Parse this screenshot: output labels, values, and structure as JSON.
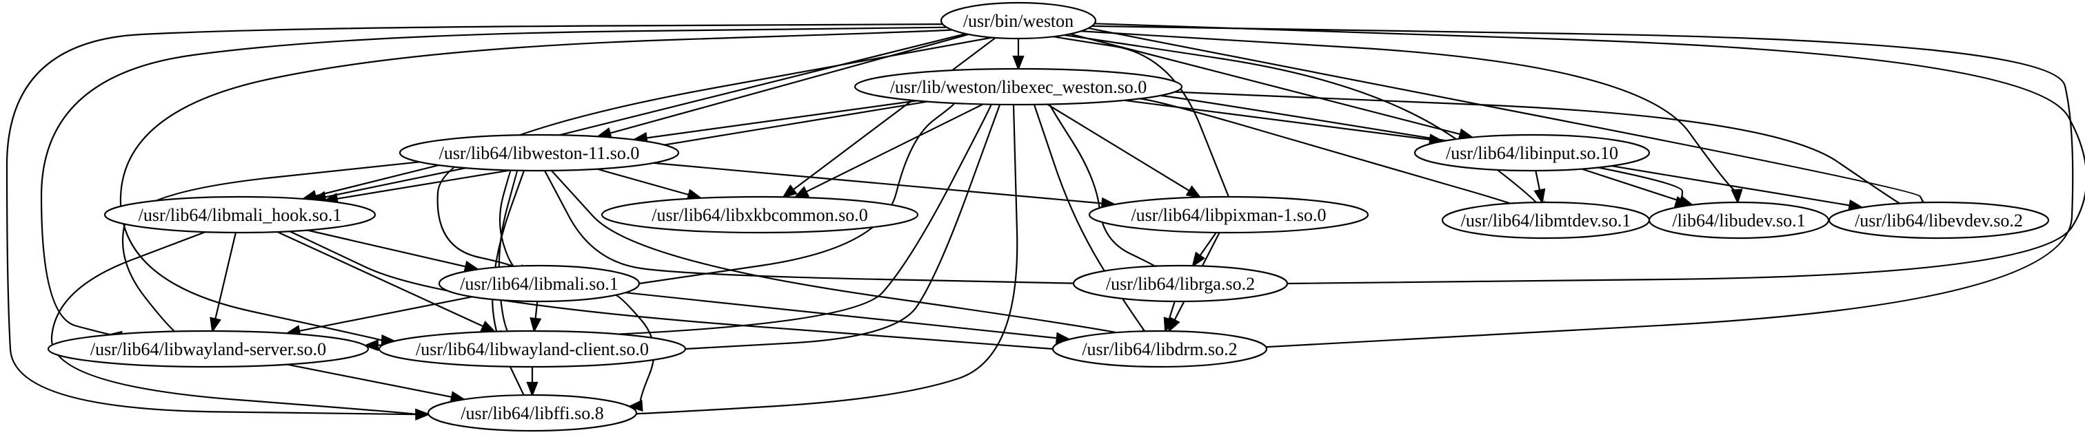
{
  "graph": {
    "nodes": [
      {
        "id": "weston",
        "label": "/usr/bin/weston"
      },
      {
        "id": "libexec",
        "label": "/usr/lib/weston/libexec_weston.so.0"
      },
      {
        "id": "libweston",
        "label": "/usr/lib64/libweston-11.so.0"
      },
      {
        "id": "libinput",
        "label": "/usr/lib64/libinput.so.10"
      },
      {
        "id": "malihook",
        "label": "/usr/lib64/libmali_hook.so.1"
      },
      {
        "id": "xkb",
        "label": "/usr/lib64/libxkbcommon.so.0"
      },
      {
        "id": "pixman",
        "label": "/usr/lib64/libpixman-1.so.0"
      },
      {
        "id": "mtdev",
        "label": "/usr/lib64/libmtdev.so.1"
      },
      {
        "id": "udev",
        "label": "/lib64/libudev.so.1"
      },
      {
        "id": "evdev",
        "label": "/usr/lib64/libevdev.so.2"
      },
      {
        "id": "mali",
        "label": "/usr/lib64/libmali.so.1"
      },
      {
        "id": "rga",
        "label": "/usr/lib64/librga.so.2"
      },
      {
        "id": "wlserver",
        "label": "/usr/lib64/libwayland-server.so.0"
      },
      {
        "id": "wlclient",
        "label": "/usr/lib64/libwayland-client.so.0"
      },
      {
        "id": "drm",
        "label": "/usr/lib64/libdrm.so.2"
      },
      {
        "id": "ffi",
        "label": "/usr/lib64/libffi.so.8"
      }
    ],
    "edges": [
      [
        "weston",
        "libexec"
      ],
      [
        "weston",
        "libweston"
      ],
      [
        "weston",
        "libinput"
      ],
      [
        "weston",
        "malihook"
      ],
      [
        "weston",
        "xkb"
      ],
      [
        "weston",
        "pixman"
      ],
      [
        "weston",
        "mtdev"
      ],
      [
        "weston",
        "udev"
      ],
      [
        "weston",
        "evdev"
      ],
      [
        "weston",
        "mali"
      ],
      [
        "weston",
        "rga"
      ],
      [
        "weston",
        "wlserver"
      ],
      [
        "weston",
        "wlclient"
      ],
      [
        "weston",
        "drm"
      ],
      [
        "weston",
        "ffi"
      ],
      [
        "libexec",
        "libweston"
      ],
      [
        "libexec",
        "libinput"
      ],
      [
        "libexec",
        "malihook"
      ],
      [
        "libexec",
        "xkb"
      ],
      [
        "libexec",
        "pixman"
      ],
      [
        "libexec",
        "mtdev"
      ],
      [
        "libexec",
        "udev"
      ],
      [
        "libexec",
        "evdev"
      ],
      [
        "libexec",
        "mali"
      ],
      [
        "libexec",
        "rga"
      ],
      [
        "libexec",
        "wlserver"
      ],
      [
        "libexec",
        "wlclient"
      ],
      [
        "libexec",
        "drm"
      ],
      [
        "libexec",
        "ffi"
      ],
      [
        "libweston",
        "malihook"
      ],
      [
        "libweston",
        "xkb"
      ],
      [
        "libweston",
        "pixman"
      ],
      [
        "libweston",
        "mali"
      ],
      [
        "libweston",
        "rga"
      ],
      [
        "libweston",
        "wlserver"
      ],
      [
        "libweston",
        "wlclient"
      ],
      [
        "libweston",
        "drm"
      ],
      [
        "libweston",
        "ffi"
      ],
      [
        "libinput",
        "mtdev"
      ],
      [
        "libinput",
        "udev"
      ],
      [
        "libinput",
        "evdev"
      ],
      [
        "malihook",
        "mali"
      ],
      [
        "malihook",
        "wlserver"
      ],
      [
        "malihook",
        "wlclient"
      ],
      [
        "malihook",
        "drm"
      ],
      [
        "malihook",
        "ffi"
      ],
      [
        "pixman",
        "rga"
      ],
      [
        "pixman",
        "drm"
      ],
      [
        "mali",
        "wlserver"
      ],
      [
        "mali",
        "wlclient"
      ],
      [
        "mali",
        "drm"
      ],
      [
        "mali",
        "ffi"
      ],
      [
        "rga",
        "drm"
      ],
      [
        "wlserver",
        "ffi"
      ],
      [
        "wlclient",
        "ffi"
      ]
    ]
  }
}
